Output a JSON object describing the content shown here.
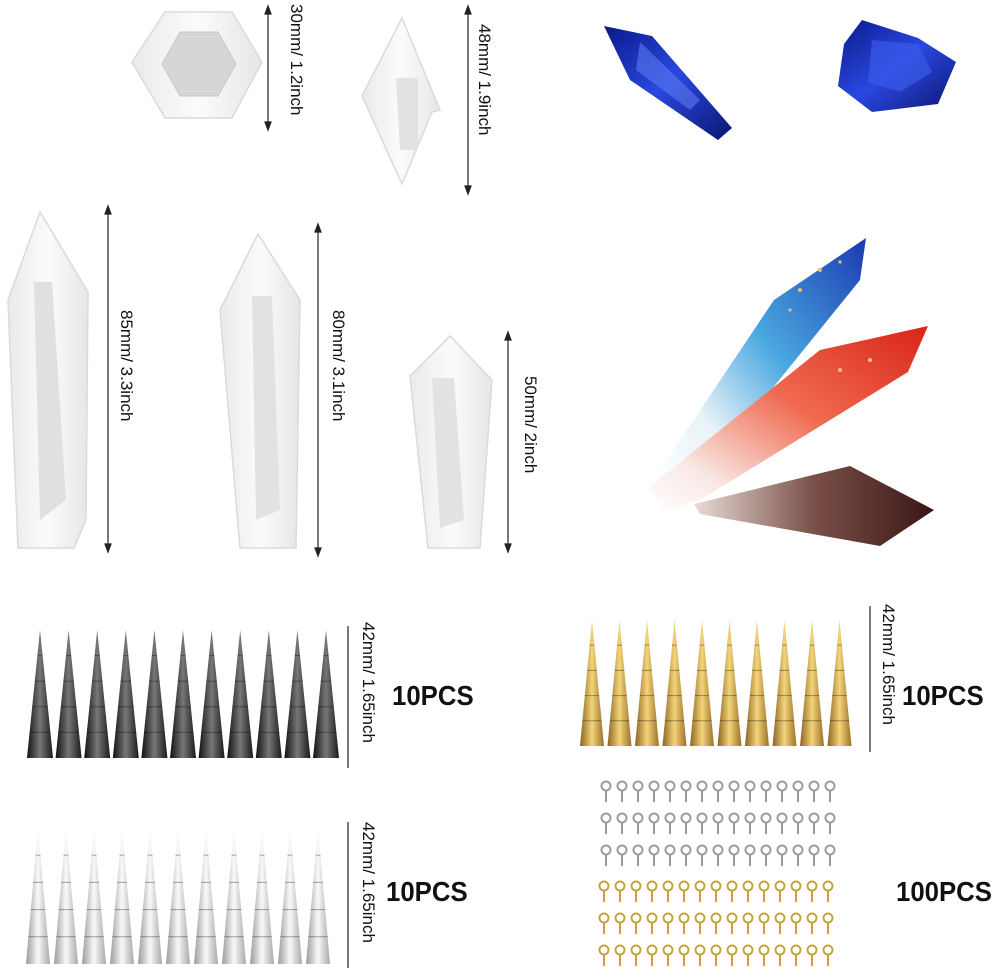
{
  "dimensions": {
    "hexagon_mold": "30mm/ 1.2inch",
    "small_diamond_mold": "48mm/ 1.9inch",
    "large_pendulum_mold": "85mm/ 3.3inch",
    "medium_pendulum_mold": "80mm/ 3.1inch",
    "short_pendulum_mold": "50mm/ 2inch",
    "black_bead_caps": "42mm/ 1.65inch",
    "gold_bead_caps": "42mm/ 1.65inch",
    "silver_bead_caps": "42mm/ 1.65inch"
  },
  "quantities": {
    "black_bead_caps": "10PCS",
    "gold_bead_caps": "10PCS",
    "silver_bead_caps": "10PCS",
    "eye_pins": "100PCS"
  },
  "colors": {
    "mold_silicone": "#f4f4f4",
    "blue_crystal": "#1c2fb8",
    "red_crystal": "#e0402c",
    "brown_crystal": "#4a2020",
    "black_cap": "#2a2a2a",
    "gold_cap": "#c8a040",
    "silver_cap": "#d8d8d8",
    "silver_pin": "#9a9a9a",
    "gold_pin": "#c9a23a"
  }
}
